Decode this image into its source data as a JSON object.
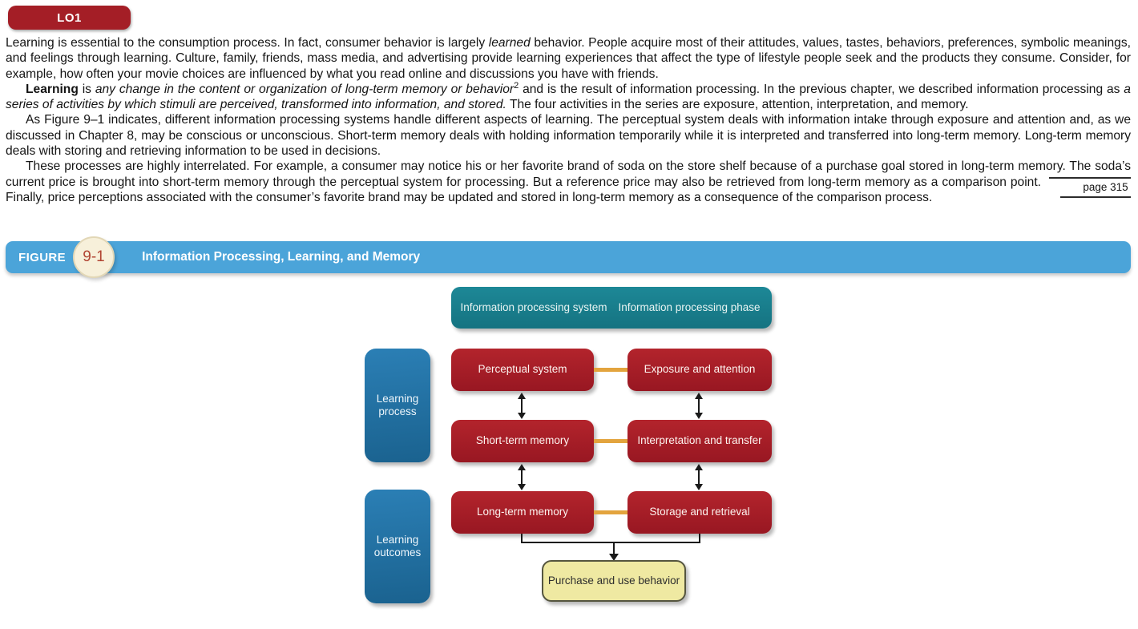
{
  "page": {
    "lo_badge": "LO1"
  },
  "article": {
    "p1": {
      "t1": "Learning is essential to the consumption process. In fact, consumer behavior is largely ",
      "i1": "learned",
      "t2": " behavior. People acquire most of their attitudes, values, tastes, behaviors, preferences, symbolic meanings, and feelings through learning. Culture, family, friends, mass media, and advertising provide learning experiences that affect the type of lifestyle people seek and the products they consume. Consider, for example, how often your movie choices are influenced by what you read online and discussions you have with friends."
    },
    "p2": {
      "b1": "Learning",
      "t1": " is ",
      "i1": "any change in the content or organization of long-term memory or behavior",
      "sup1": "2",
      "t2": " and is the result of information processing. In the previous chapter, we described information processing as ",
      "i2": "a series of activities by which stimuli are perceived, transformed into information, and stored.",
      "t3": " The four activities in the series are exposure, attention, interpretation, and memory."
    },
    "p3": {
      "t1": "As Figure 9–1 indicates, different information processing systems handle different aspects of learning. The perceptual system deals with information intake through exposure and attention and, as we discussed in Chapter 8, may be conscious or unconscious. Short-term memory deals with holding information temporarily while it is interpreted and transferred into long-term memory. Long-term memory deals with storing and retrieving information to be used in decisions."
    },
    "p4": {
      "t1": "These processes are highly interrelated. For example, a consumer may notice his or her favorite brand of soda on the store shelf because of a purchase goal stored in long-term memory. The soda’s current price is brought into short-term memory through the perceptual system for processing. But a reference price may also be retrieved from long-term memory as",
      "marker": "page 315",
      "t2": " a comparison point. Finally, price perceptions associated with the consumer’s favorite brand may be updated and stored in long-term memory as a consequence of the comparison process."
    }
  },
  "figure": {
    "label": "FIGURE",
    "number": "9-1",
    "title": "Information Processing, Learning, and Memory"
  },
  "diagram": {
    "header": {
      "col1": "Information processing system",
      "col2": "Information processing phase"
    },
    "side_labels": {
      "process": "Learning process",
      "outcomes": "Learning outcomes"
    },
    "rows": [
      {
        "system": "Perceptual system",
        "phase": "Exposure and attention"
      },
      {
        "system": "Short-term memory",
        "phase": "Interpretation and transfer"
      },
      {
        "system": "Long-term memory",
        "phase": "Storage and retrieval"
      }
    ],
    "outcome_box": "Purchase and use behavior",
    "colors": {
      "badge_red": "#a41e26",
      "box_red": "#a01b25",
      "figure_bar_blue": "#4ba4d9",
      "circle_cream": "#f7f0da",
      "circle_text": "#b14432",
      "teal": "#187d8d",
      "side_blue": "#1d6fa8",
      "connector_orange": "#e3a43e",
      "outcome_yellow": "#efe9a2",
      "outcome_border": "#55553f"
    }
  }
}
